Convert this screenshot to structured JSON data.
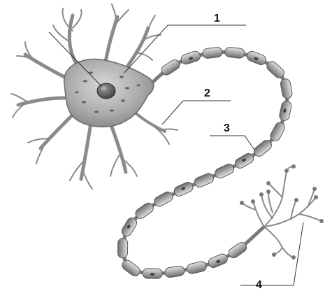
{
  "labels": [
    {
      "id": "1",
      "text": "1"
    },
    {
      "id": "2",
      "text": "2"
    },
    {
      "id": "3",
      "text": "3"
    },
    {
      "id": "4",
      "text": "4"
    }
  ]
}
